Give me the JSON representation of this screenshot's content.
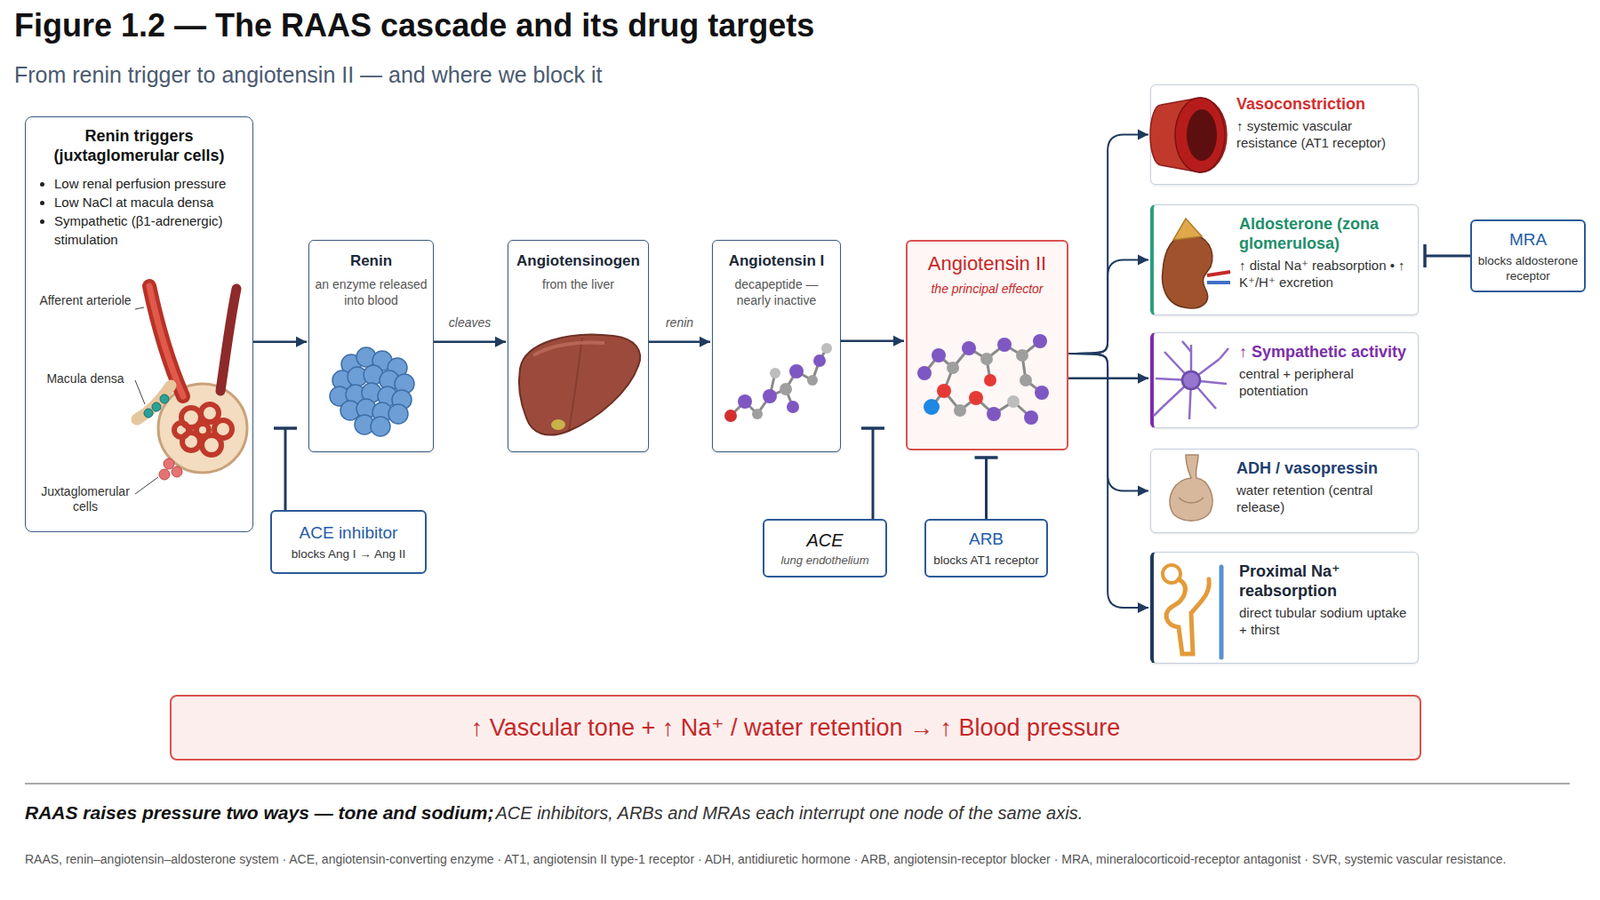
{
  "diagram": {
    "title": "Figure 1.2 — The RAAS cascade and its drug targets",
    "caption": "RAAS raises pressure two ways — tone and sodium;",
    "nodes": [
      {
        "text": [
          "Renin triggers (juxtaglomerular cells)",
          "Low renal perfusion pressure",
          "Low NaCl at macula densa",
          "Sympathetic (β1-adrenergic) stimulation"
        ]
      },
      {
        "text": [
          "Renin",
          "an enzyme released into blood"
        ]
      },
      {
        "text": [
          "Angiotensinogen",
          "from the liver"
        ]
      },
      {
        "text": [
          "Angiotensin I",
          "decapeptide — nearly inactive"
        ]
      },
      {
        "text": [
          "Angiotensin II",
          "the principal effector"
        ]
      },
      {
        "text": [
          "Vasoconstriction",
          "↑ systemic vascular resistance (AT1 receptor)"
        ]
      },
      {
        "text": [
          "Aldosterone (zona glomerulosa)",
          "↑ distal Na⁺ reabsorption • ↑ K⁺/H⁺ excretion"
        ]
      },
      {
        "text": [
          "↑ Sympathetic activity",
          "central + peripheral potentiation"
        ]
      },
      {
        "text": [
          "ADH / vasopressin",
          "water retention (central release)"
        ]
      },
      {
        "text": [
          "Proximal Na⁺ reabsorption",
          "direct tubular sodium uptake + thirst"
        ]
      },
      {
        "text": [
          "MRA",
          "blocks aldosterone receptor"
        ]
      },
      {
        "text": [
          "ACE inhibitor",
          "blocks Ang I → Ang II"
        ]
      },
      {
        "text": [
          "ACE",
          "lung endothelium"
        ]
      },
      {
        "text": [
          "ARB",
          "blocks AT1 receptor"
        ]
      },
      {
        "text": [
          "↑ Vascular tone + ↑ Na⁺ / water retention → ↑ Blood pressure"
        ]
      }
    ],
    "edges": [
      {
        "from": 0,
        "to": 1,
        "arrow": "to"
      },
      {
        "from": 1,
        "to": 2,
        "label": "cleaves",
        "arrow": "to"
      },
      {
        "from": 2,
        "to": 3,
        "label": "renin",
        "arrow": "to"
      },
      {
        "from": 3,
        "to": 4,
        "arrow": "to"
      },
      {
        "from": 4,
        "to": 5,
        "arrow": "to"
      },
      {
        "from": 4,
        "to": 6,
        "arrow": "to"
      },
      {
        "from": 4,
        "to": 7,
        "arrow": "to"
      },
      {
        "from": 4,
        "to": 8,
        "arrow": "to"
      },
      {
        "from": 4,
        "to": 9,
        "arrow": "to"
      },
      {
        "from": 10,
        "to": 6,
        "arrow": "to"
      },
      {
        "from": 13,
        "to": 4,
        "arrow": "to"
      }
    ],
    "labels": [
      "From renin trigger to angiotensin II — and where we block it",
      "Afferent arteriole",
      "Macula densa",
      "Juxtaglomerular cells",
      "ACE inhibitors, ARBs and MRAs each interrupt one node of the same axis.",
      "RAAS, renin–angiotensin–aldosterone system · ACE, angiotensin-converting enzyme · AT1, angiotensin II type-1 receptor · ADH, antidiuretic hormone · ARB, angiotensin-receptor blocker · MRA, mineralocorticoid-receptor antagonist · SVR, systemic vascular resistance."
    ]
  }
}
